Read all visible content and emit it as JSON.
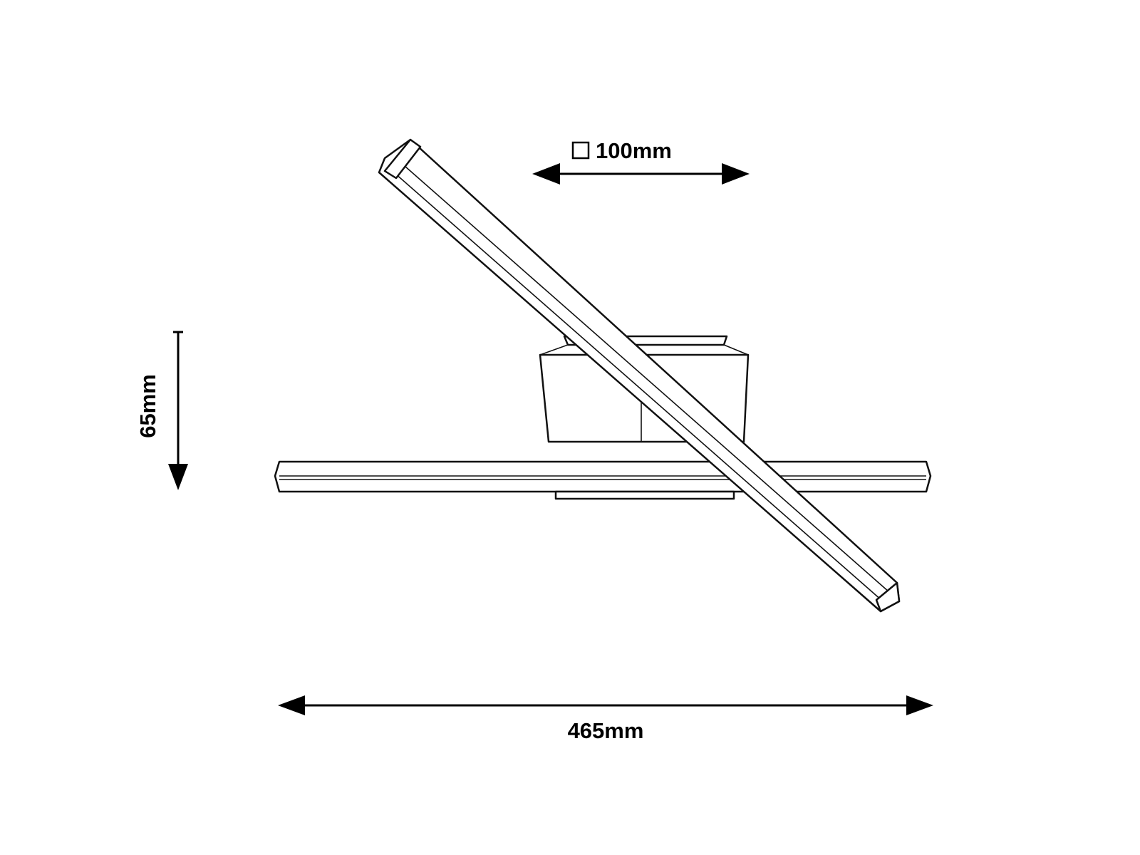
{
  "dimensions": {
    "base_size": "100mm",
    "height": "65mm",
    "width": "465mm"
  },
  "symbols": {
    "base_size_symbol": "square-icon"
  },
  "colors": {
    "line": "#000000",
    "background": "#ffffff"
  }
}
